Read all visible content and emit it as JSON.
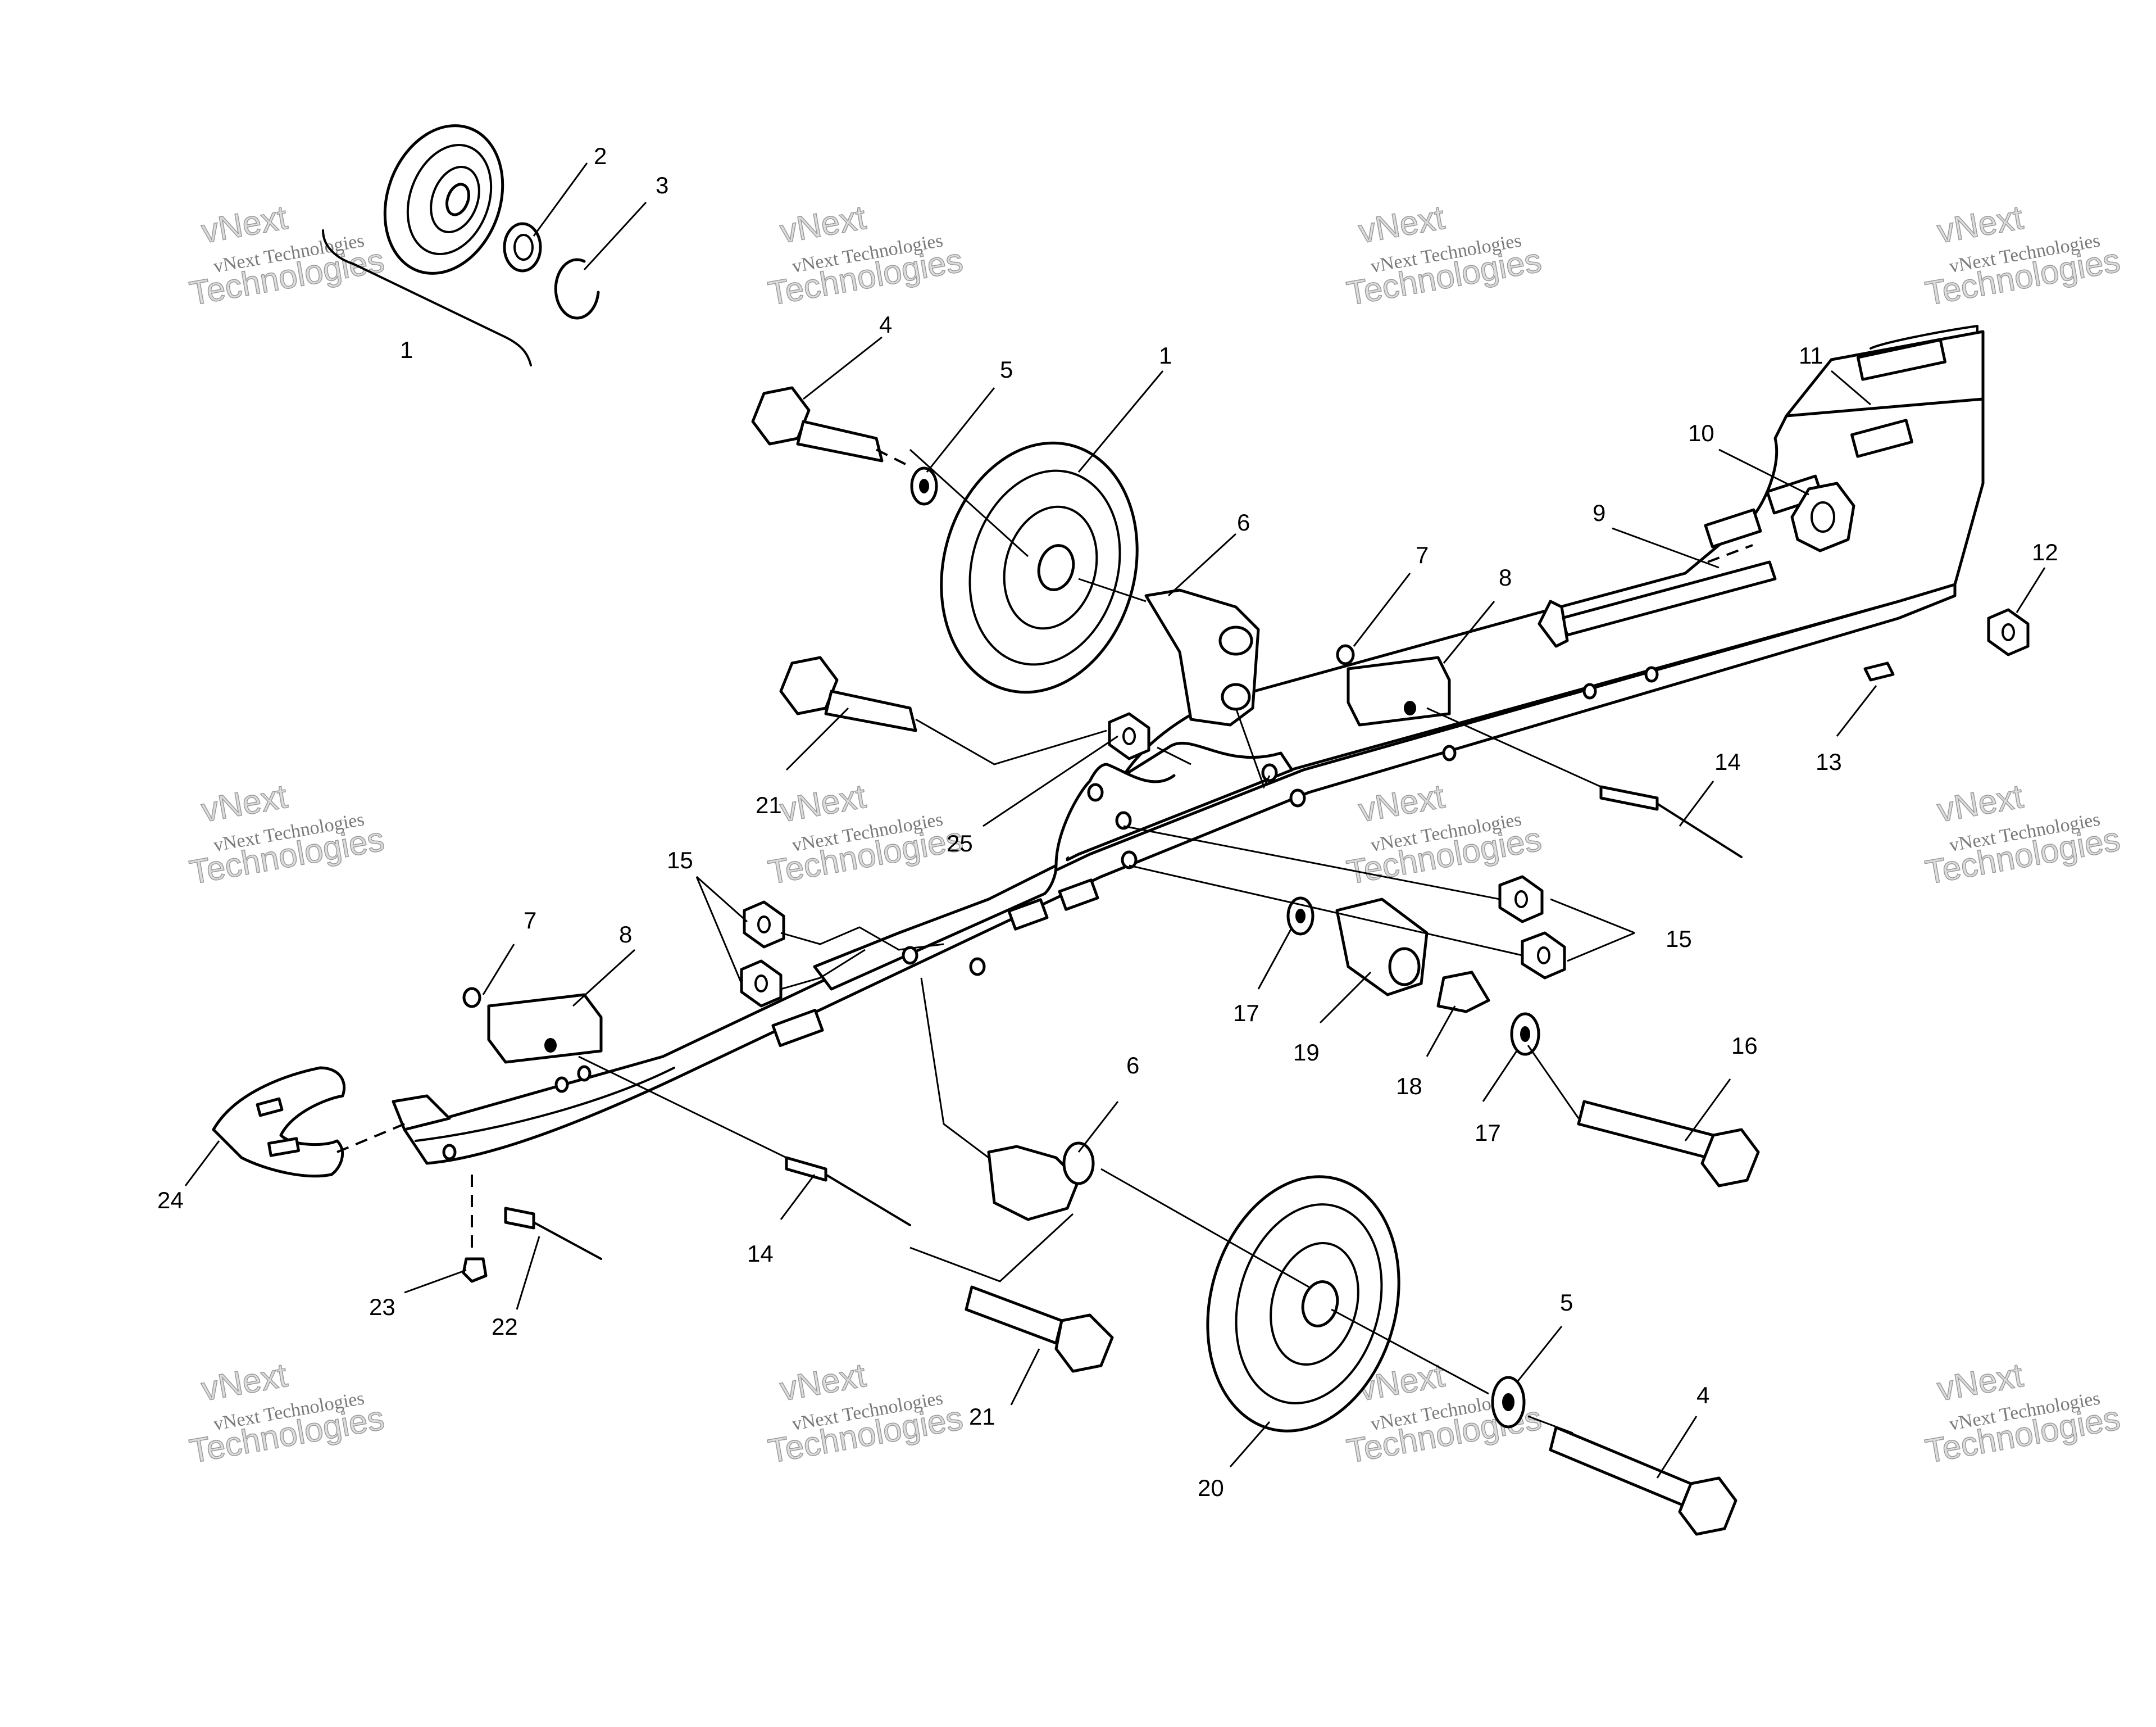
{
  "callouts": [
    {
      "id": "c1a",
      "text": "1"
    },
    {
      "id": "c2",
      "text": "2"
    },
    {
      "id": "c3",
      "text": "3"
    },
    {
      "id": "c4a",
      "text": "4"
    },
    {
      "id": "c5a",
      "text": "5"
    },
    {
      "id": "c1b",
      "text": "1"
    },
    {
      "id": "c6a",
      "text": "6"
    },
    {
      "id": "c7a",
      "text": "7"
    },
    {
      "id": "c8a",
      "text": "8"
    },
    {
      "id": "c9",
      "text": "9"
    },
    {
      "id": "c10",
      "text": "10"
    },
    {
      "id": "c11",
      "text": "11"
    },
    {
      "id": "c12",
      "text": "12"
    },
    {
      "id": "c13",
      "text": "13"
    },
    {
      "id": "c14a",
      "text": "14"
    },
    {
      "id": "c21a",
      "text": "21"
    },
    {
      "id": "c25",
      "text": "25"
    },
    {
      "id": "c15a",
      "text": "15"
    },
    {
      "id": "c15b",
      "text": "15"
    },
    {
      "id": "c7b",
      "text": "7"
    },
    {
      "id": "c8b",
      "text": "8"
    },
    {
      "id": "c17a",
      "text": "17"
    },
    {
      "id": "c19",
      "text": "19"
    },
    {
      "id": "c18",
      "text": "18"
    },
    {
      "id": "c17b",
      "text": "17"
    },
    {
      "id": "c16",
      "text": "16"
    },
    {
      "id": "c6b",
      "text": "6"
    },
    {
      "id": "c24",
      "text": "24"
    },
    {
      "id": "c14b",
      "text": "14"
    },
    {
      "id": "c23",
      "text": "23"
    },
    {
      "id": "c22",
      "text": "22"
    },
    {
      "id": "c21b",
      "text": "21"
    },
    {
      "id": "c5b",
      "text": "5"
    },
    {
      "id": "c4b",
      "text": "4"
    },
    {
      "id": "c20",
      "text": "20"
    }
  ],
  "watermark": {
    "line1": "vNext",
    "line2": "vNext Technologies",
    "line3": "Technologies"
  }
}
